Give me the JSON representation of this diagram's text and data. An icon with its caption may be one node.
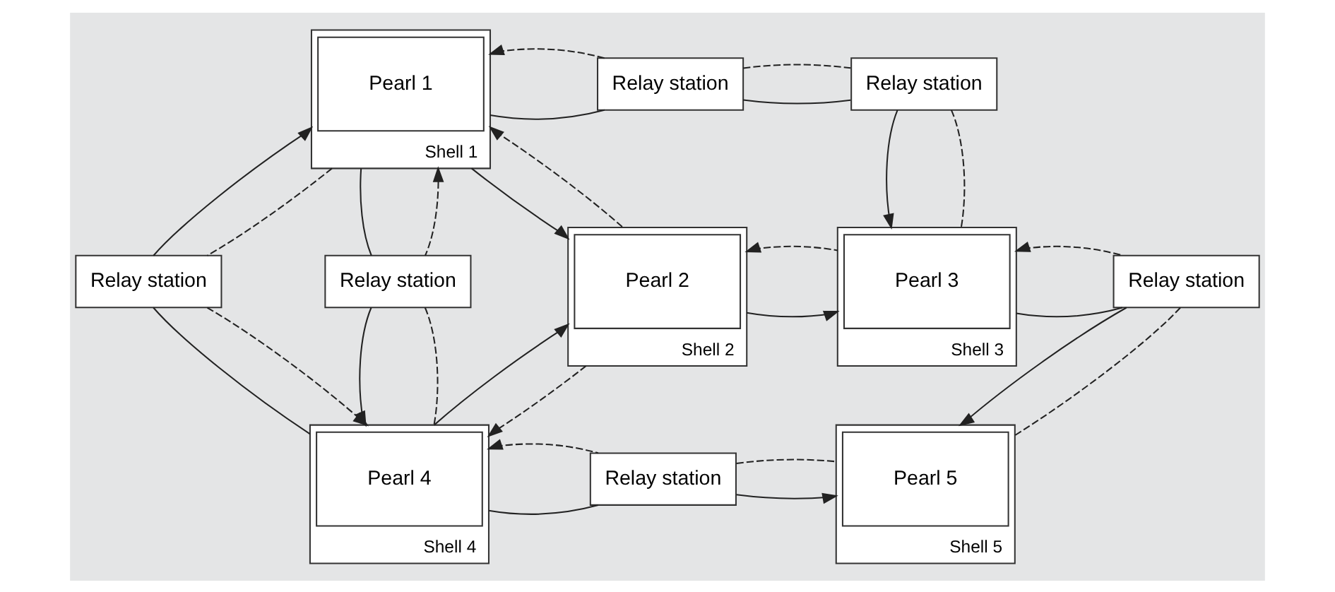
{
  "diagram": {
    "nodes": [
      {
        "text": [
          "Shell 1"
        ]
      },
      {
        "text": [
          "Pearl 1"
        ],
        "in": 0
      },
      {
        "text": [
          "Relay station"
        ]
      },
      {
        "text": [
          "Relay station"
        ]
      },
      {
        "text": [
          "Shell 3"
        ]
      },
      {
        "text": [
          "Pearl 3"
        ],
        "in": 4
      },
      {
        "text": [
          "Relay station"
        ]
      },
      {
        "text": [
          "Relay station"
        ]
      },
      {
        "text": [
          "Shell 2"
        ]
      },
      {
        "text": [
          "Pearl 2"
        ],
        "in": 8
      },
      {
        "text": [
          "Relay station"
        ]
      },
      {
        "text": [
          "Shell 4"
        ]
      },
      {
        "text": [
          "Pearl 4"
        ],
        "in": 11
      },
      {
        "text": [
          "Relay station"
        ]
      },
      {
        "text": [
          "Shell 5"
        ]
      },
      {
        "text": [
          "Pearl 5"
        ],
        "in": 14
      }
    ],
    "edges": [
      {
        "from": 0,
        "to": 2,
        "arrow": "none"
      },
      {
        "from": 2,
        "to": 3,
        "arrow": "none"
      },
      {
        "from": 3,
        "to": 4,
        "arrow": "to"
      },
      {
        "from": 4,
        "to": 3,
        "arrow": "none",
        "style": "dashed"
      },
      {
        "from": 3,
        "to": 2,
        "arrow": "none",
        "style": "dashed"
      },
      {
        "from": 2,
        "to": 0,
        "arrow": "to",
        "style": "dashed"
      },
      {
        "from": 0,
        "to": 8,
        "arrow": "to"
      },
      {
        "from": 8,
        "to": 0,
        "arrow": "to",
        "style": "dashed"
      },
      {
        "from": 8,
        "to": 4,
        "arrow": "to"
      },
      {
        "from": 4,
        "to": 8,
        "arrow": "to",
        "style": "dashed"
      },
      {
        "from": 11,
        "to": 6,
        "arrow": "none"
      },
      {
        "from": 6,
        "to": 0,
        "arrow": "to"
      },
      {
        "from": 0,
        "to": 6,
        "arrow": "none",
        "style": "dashed"
      },
      {
        "from": 6,
        "to": 11,
        "arrow": "to",
        "style": "dashed"
      },
      {
        "from": 0,
        "to": 7,
        "arrow": "none"
      },
      {
        "from": 7,
        "to": 11,
        "arrow": "to"
      },
      {
        "from": 11,
        "to": 7,
        "arrow": "none",
        "style": "dashed"
      },
      {
        "from": 7,
        "to": 0,
        "arrow": "to",
        "style": "dashed"
      },
      {
        "from": 11,
        "to": 8,
        "arrow": "to"
      },
      {
        "from": 8,
        "to": 11,
        "arrow": "to",
        "style": "dashed"
      },
      {
        "from": 11,
        "to": 13,
        "arrow": "none"
      },
      {
        "from": 13,
        "to": 14,
        "arrow": "to"
      },
      {
        "from": 14,
        "to": 13,
        "arrow": "none",
        "style": "dashed"
      },
      {
        "from": 13,
        "to": 11,
        "arrow": "to",
        "style": "dashed"
      },
      {
        "from": 4,
        "to": 10,
        "arrow": "none"
      },
      {
        "from": 10,
        "to": 14,
        "arrow": "to"
      },
      {
        "from": 14,
        "to": 10,
        "arrow": "none",
        "style": "dashed"
      },
      {
        "from": 10,
        "to": 4,
        "arrow": "to",
        "style": "dashed"
      }
    ]
  }
}
